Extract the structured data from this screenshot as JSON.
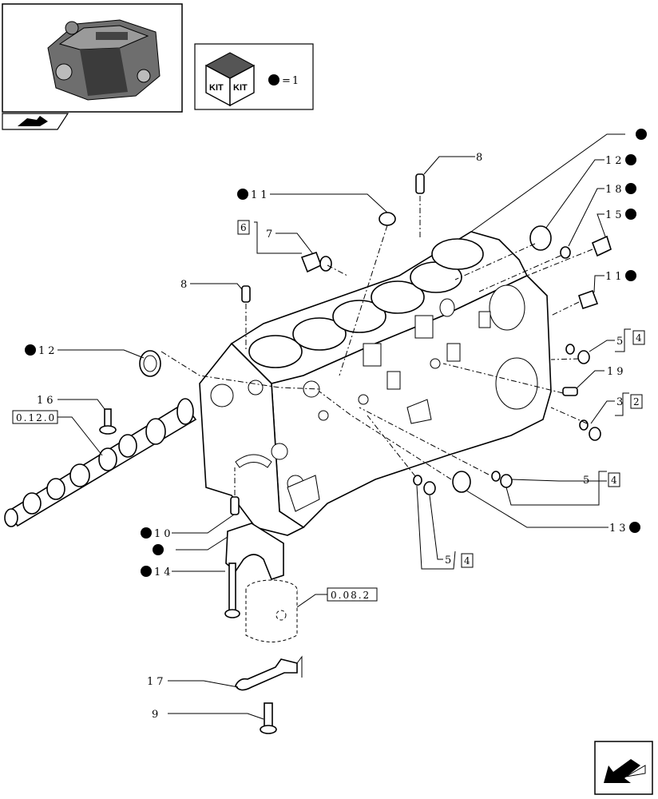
{
  "kit_legend": {
    "kit_text_left": "KIT",
    "kit_text_right": "KIT",
    "equals_text": "=1"
  },
  "references": {
    "camshaft_group": "0.12.0",
    "piston_group": "0.08.2"
  },
  "callouts": [
    {
      "id": "c8top",
      "number": "8",
      "dot": false,
      "box": ""
    },
    {
      "id": "c11a",
      "number": "11",
      "dot": true,
      "box": ""
    },
    {
      "id": "c7",
      "number": "7",
      "dot": false,
      "box": "6"
    },
    {
      "id": "c8left",
      "number": "8",
      "dot": false,
      "box": ""
    },
    {
      "id": "c12left",
      "number": "12",
      "dot": true,
      "box": ""
    },
    {
      "id": "c16",
      "number": "16",
      "dot": false,
      "box": ""
    },
    {
      "id": "c10",
      "number": "10",
      "dot": true,
      "box": ""
    },
    {
      "id": "cblank2",
      "number": "",
      "dot": true,
      "box": ""
    },
    {
      "id": "c14",
      "number": "14",
      "dot": true,
      "box": ""
    },
    {
      "id": "c17",
      "number": "17",
      "dot": false,
      "box": ""
    },
    {
      "id": "c9",
      "number": "9",
      "dot": false,
      "box": ""
    },
    {
      "id": "cblank1",
      "number": "",
      "dot": true,
      "box": ""
    },
    {
      "id": "c12right",
      "number": "12",
      "dot": true,
      "box": ""
    },
    {
      "id": "c18",
      "number": "18",
      "dot": true,
      "box": ""
    },
    {
      "id": "c15",
      "number": "15",
      "dot": true,
      "box": ""
    },
    {
      "id": "c11b",
      "number": "11",
      "dot": true,
      "box": ""
    },
    {
      "id": "c5a",
      "number": "5",
      "dot": false,
      "box": "4"
    },
    {
      "id": "c19",
      "number": "19",
      "dot": false,
      "box": ""
    },
    {
      "id": "c3",
      "number": "3",
      "dot": false,
      "box": "2"
    },
    {
      "id": "c5b",
      "number": "5",
      "dot": false,
      "box": "4"
    },
    {
      "id": "c13",
      "number": "13",
      "dot": true,
      "box": ""
    },
    {
      "id": "c5c",
      "number": "5",
      "dot": false,
      "box": "4"
    }
  ]
}
